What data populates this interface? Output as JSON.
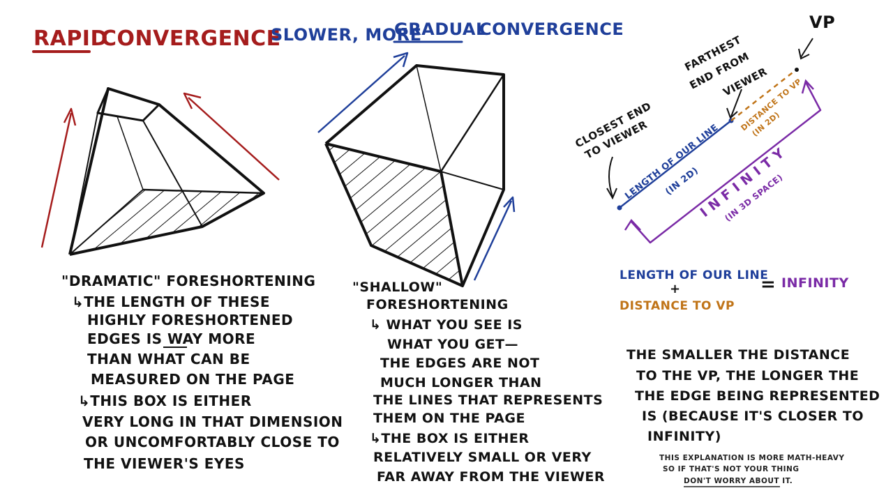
{
  "left_section": {
    "title_word1": "RAPID",
    "title_word2": "CONVERGENCE",
    "caption_heading": "\"DRAMATIC\" FORESHORTENING",
    "caption_lines": [
      "↳THE LENGTH OF THESE",
      "HIGHLY FORESHORTENED",
      "EDGES IS WAY MORE",
      "THAN WHAT CAN BE",
      "MEASURED ON THE PAGE",
      "↳THIS BOX IS EITHER",
      "VERY LONG IN THAT DIMENSION",
      "OR UNCOMFORTABLY CLOSE TO",
      "THE VIEWER'S EYES"
    ]
  },
  "middle_section": {
    "title_part1": "SLOWER, MORE",
    "title_part2": "GRADUAL",
    "title_part3": "CONVERGENCE",
    "caption_lines": [
      "\"SHALLOW\"",
      "FORESHORTENING",
      "↳ WHAT YOU SEE IS",
      "WHAT YOU GET—",
      "THE EDGES ARE NOT",
      "MUCH LONGER THAN",
      "THE LINES THAT REPRESENTS",
      "THEM ON THE PAGE",
      "↳THE BOX IS EITHER",
      "RELATIVELY SMALL OR VERY",
      "FAR AWAY FROM THE VIEWER"
    ]
  },
  "right_section": {
    "vp_label": "VP",
    "farthest_lines": [
      "FARTHEST",
      "END FROM",
      "VIEWER"
    ],
    "closest_lines": [
      "CLOSEST END",
      "TO VIEWER"
    ],
    "length_label_lines": [
      "LENGTH OF OUR LINE",
      "(IN 2D)"
    ],
    "distance_label_lines": [
      "DISTANCE TO VP",
      "(IN 2D)"
    ],
    "infinity_label": "I N F I N I T Y",
    "infinity_sub": "(IN 3D SPACE)",
    "equation": {
      "term1": "LENGTH OF OUR LINE",
      "plus": "+",
      "term2": "DISTANCE TO VP",
      "equals": "=",
      "result": "INFINITY"
    },
    "conclusion_lines": [
      "THE SMALLER THE DISTANCE",
      "TO THE VP, THE LONGER THE",
      "THE EDGE BEING REPRESENTED",
      "IS (BECAUSE IT'S CLOSER TO",
      "INFINITY)"
    ],
    "note_lines": [
      "THIS EXPLANATION IS MORE MATH-HEAVY",
      "SO IF THAT'S NOT YOUR THING",
      "DON'T WORRY ABOUT IT."
    ]
  },
  "colors": {
    "red": "#a51c1c",
    "blue": "#1f3f9a",
    "orange": "#c07418",
    "purple": "#7a2aa6",
    "ink": "#111111"
  }
}
